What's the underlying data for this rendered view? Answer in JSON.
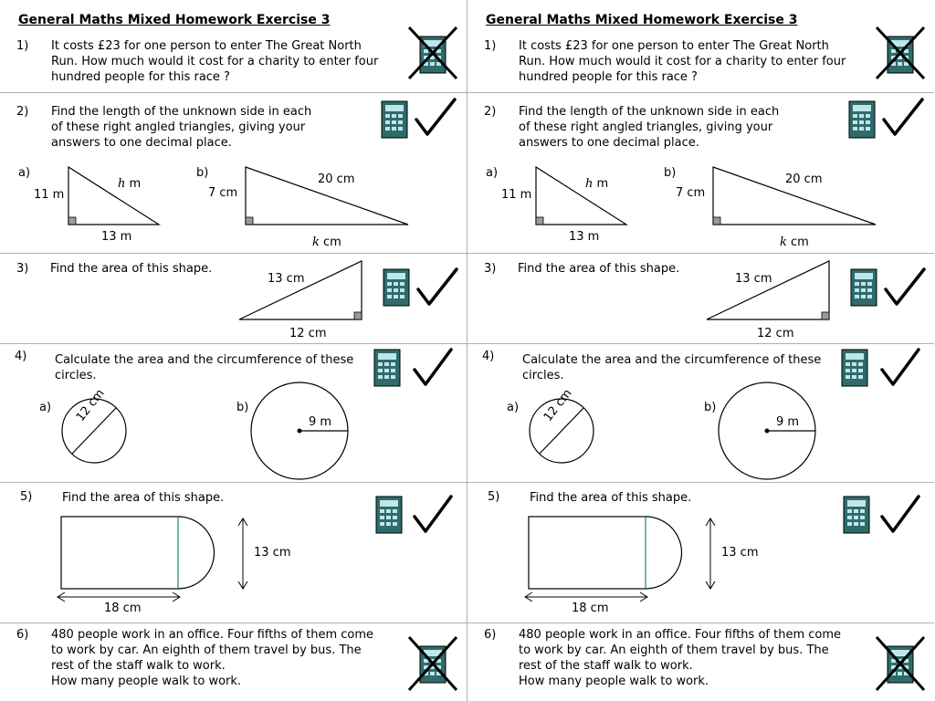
{
  "sheet": {
    "title": "General Maths Mixed Homework Exercise 3",
    "q1": {
      "number": "1)",
      "lines": [
        "It costs £23 for one person to enter The Great North",
        "Run. How much would it cost for a charity to enter four",
        "hundred people for this race ?"
      ],
      "calculator_allowed": false
    },
    "q2": {
      "number": "2)",
      "lines": [
        "Find the length of the unknown side in each",
        "of these right angled triangles, giving your",
        "answers to one decimal place."
      ],
      "calculator_allowed": true,
      "a": {
        "label": "a)",
        "hyp_var": "h",
        "hyp_unit": "m",
        "vertical": "11 m",
        "base": "13 m"
      },
      "b": {
        "label": "b)",
        "vertical": "7 cm",
        "hyp": "20 cm",
        "base_var": "k",
        "base_unit": "cm"
      }
    },
    "q3": {
      "number": "3)",
      "text": "Find the area of this shape.",
      "hyp": "13 cm",
      "base": "12 cm",
      "calculator_allowed": true
    },
    "q4": {
      "number": "4)",
      "lines": [
        "Calculate the area and the circumference of these",
        "circles."
      ],
      "calculator_allowed": true,
      "a": {
        "label": "a)",
        "diameter": "12 cm"
      },
      "b": {
        "label": "b)",
        "radius": "9 m"
      }
    },
    "q5": {
      "number": "5)",
      "text": "Find the area of this shape.",
      "height": "13 cm",
      "width": "18 cm",
      "calculator_allowed": true
    },
    "q6": {
      "number": "6)",
      "lines": [
        "480 people work in an office.  Four fifths of them come",
        "to work by car.  An eighth of them travel by bus. The",
        "rest of the staff walk to work.",
        "How many people walk to work."
      ],
      "calculator_allowed": false
    }
  },
  "icons": {
    "calculator": "calculator-icon",
    "tick": "tick-icon",
    "cross": "cross-icon"
  },
  "colors": {
    "calculator_body": "#2f6b6b",
    "calculator_screen": "#bfe6ea",
    "grid_line": "#b0b0b0",
    "semicircle_join": "#3aa89a"
  }
}
